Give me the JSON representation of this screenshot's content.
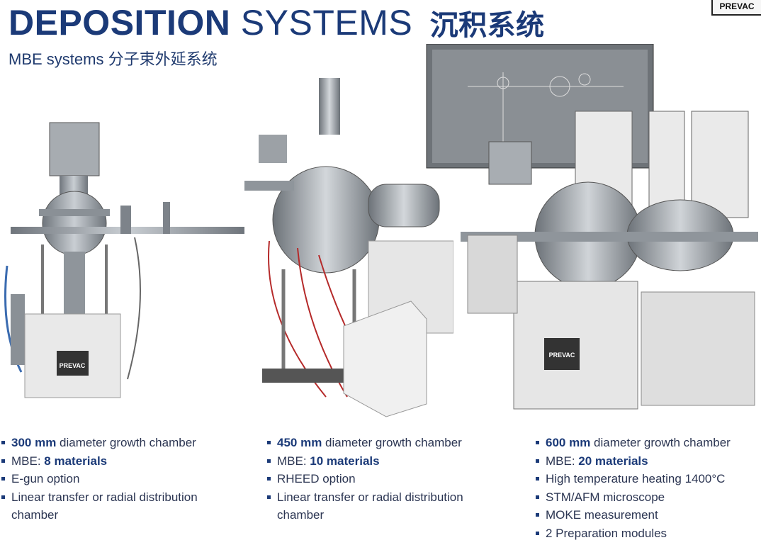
{
  "header": {
    "title_bold": "DEPOSITION",
    "title_light": "SYSTEMS",
    "title_cn": "沉积系统",
    "subtitle": "MBE systems 分子束外延系统",
    "brand": "PREVAC"
  },
  "equipment_badge": "PREVAC",
  "columns": [
    {
      "items": [
        {
          "strong": "300 mm",
          "text": " diameter growth chamber"
        },
        {
          "lead": "MBE: ",
          "strong": "8 materials",
          "text": ""
        },
        {
          "text": "E-gun option"
        },
        {
          "text": "Linear transfer or radial distribution chamber"
        }
      ]
    },
    {
      "items": [
        {
          "strong": "450 mm",
          "text": " diameter growth chamber"
        },
        {
          "lead": "MBE: ",
          "strong": "10 materials",
          "text": ""
        },
        {
          "text": "RHEED option"
        },
        {
          "text": "Linear transfer or radial distribution chamber"
        }
      ]
    },
    {
      "items": [
        {
          "strong": "600 mm",
          "text": " diameter growth chamber"
        },
        {
          "lead": "MBE: ",
          "strong": "20 materials",
          "text": ""
        },
        {
          "text": "High temperature heating 1400°C"
        },
        {
          "text": "STM/AFM microscope"
        },
        {
          "text": "MOKE measurement"
        },
        {
          "text": "2 Preparation modules"
        }
      ]
    }
  ],
  "colors": {
    "title": "#1b3a78",
    "steel": "#9aa0a6",
    "cabinet": "#e9e9e9"
  }
}
